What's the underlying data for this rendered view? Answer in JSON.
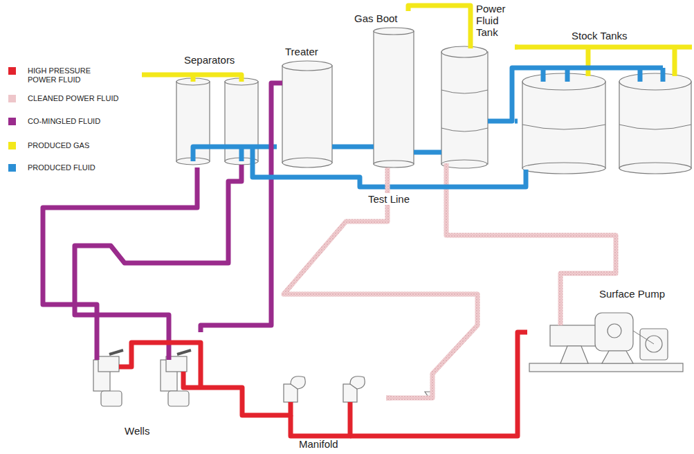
{
  "diagram": {
    "nodes": [
      {
        "text": [
          "Separators"
        ]
      },
      {
        "text": [
          "Treater"
        ]
      },
      {
        "text": [
          "Gas Boot"
        ]
      },
      {
        "text": [
          "Power Fluid Tank"
        ]
      },
      {
        "text": [
          "Stock Tanks"
        ]
      },
      {
        "text": [
          "Surface Pump"
        ]
      },
      {
        "text": [
          "Wells"
        ]
      },
      {
        "text": [
          "Manifold"
        ]
      }
    ],
    "edges": [
      {
        "from": 5,
        "to": 7,
        "arrow": "none"
      },
      {
        "from": 7,
        "to": 6,
        "arrow": "none"
      },
      {
        "from": 6,
        "to": 0,
        "arrow": "none"
      },
      {
        "from": 0,
        "to": 1,
        "arrow": "none"
      },
      {
        "from": 6,
        "to": 1,
        "arrow": "none"
      },
      {
        "from": 1,
        "to": 2,
        "arrow": "none"
      },
      {
        "from": 2,
        "to": 3,
        "arrow": "none"
      },
      {
        "from": 3,
        "to": 4,
        "arrow": "none"
      },
      {
        "from": 3,
        "to": 5,
        "arrow": "none"
      },
      {
        "from": 0,
        "to": 4,
        "arrow": "none"
      },
      {
        "from": 7,
        "to": 2,
        "arrow": "none"
      },
      {
        "from": 2,
        "to": 3,
        "arrow": "none"
      },
      {
        "from": 3,
        "to": 4,
        "arrow": "none"
      }
    ],
    "labels": [
      "Test Line"
    ],
    "legend": [
      {
        "text": "HIGH PRESSURE POWER FLUID",
        "color": "#e3232d"
      },
      {
        "text": "CLEANED POWER FLUID",
        "color": "#eec6ca"
      },
      {
        "text": "CO-MINGLED FLUID",
        "color": "#9a2b8c"
      },
      {
        "text": "PRODUCED GAS",
        "color": "#f3e81a"
      },
      {
        "text": "PRODUCED FLUID",
        "color": "#2b8fd5"
      }
    ]
  }
}
